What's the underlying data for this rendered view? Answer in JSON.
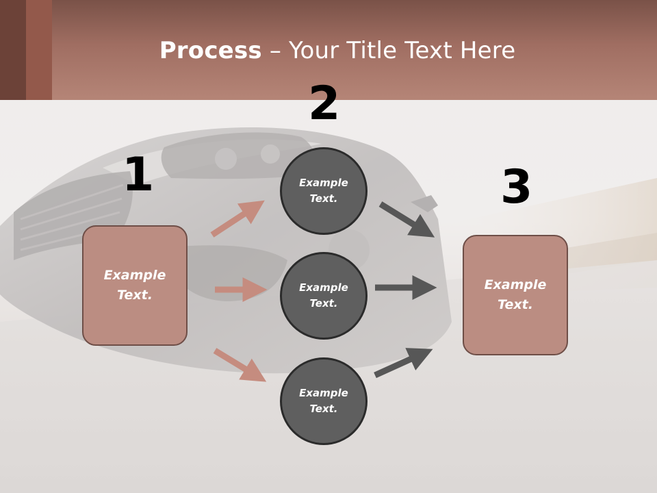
{
  "slide": {
    "title_bold": "Process",
    "title_rest": " – Your Title Text Here"
  },
  "steps": {
    "step1_number": "1",
    "step2_number": "2",
    "step3_number": "3"
  },
  "boxes": {
    "left": "Example Text.",
    "right": "Example Text."
  },
  "circles": [
    {
      "label": "Example Text."
    },
    {
      "label": "Example Text."
    },
    {
      "label": "Example Text."
    }
  ],
  "colors": {
    "header": "#a06e62",
    "box_fill": "#bb8d82",
    "circle_fill": "#5f5f5f",
    "arrow_pink": "#c0877a",
    "arrow_gray": "#555555"
  }
}
